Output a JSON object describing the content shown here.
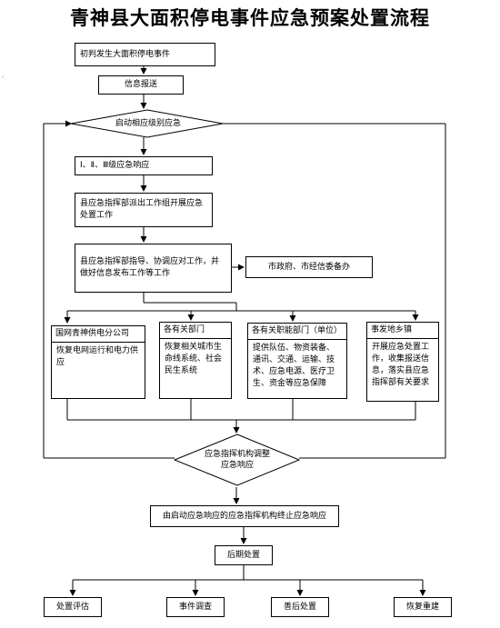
{
  "title": "青神县大面积停电事件应急预案处置流程",
  "nodes": {
    "n1": "初判发生大面积停电事件",
    "n2": "信息报送",
    "n3": "启动相应级别应急",
    "n4": "Ⅰ、Ⅱ、Ⅲ级应急响应",
    "n5": "县应急指挥部派出工作组开展应急处置工作",
    "n6": "县应急指挥部指导、协调应对工作，并做好信息发布工作等工作",
    "n7": "市政府、市经信委备办",
    "b1_header": "国网青神供电分公司",
    "b1_body": "恢复电网运行和电力供应",
    "b2_header": "各有关部门",
    "b2_body": "恢复相关城市生命线系统、社会民生系统",
    "b3_header": "各有关职能部门（单位）",
    "b3_body": "提供队伍、物资装备、通讯、交通、运输、技术、应急电源、医疗卫生、资金等应急保障",
    "b4_header": "事发地乡镇",
    "b4_body": "开展应急处置工作，收集报送信息，落实县应急指挥部有关要求",
    "n8": "应急指挥机构调整应急响应",
    "n9": "由启动应急响应的应急指挥机构终止应急响应",
    "n10": "后期处置",
    "f1": "处置评估",
    "f2": "事件调查",
    "f3": "善后处置",
    "f4": "恢复重建"
  }
}
